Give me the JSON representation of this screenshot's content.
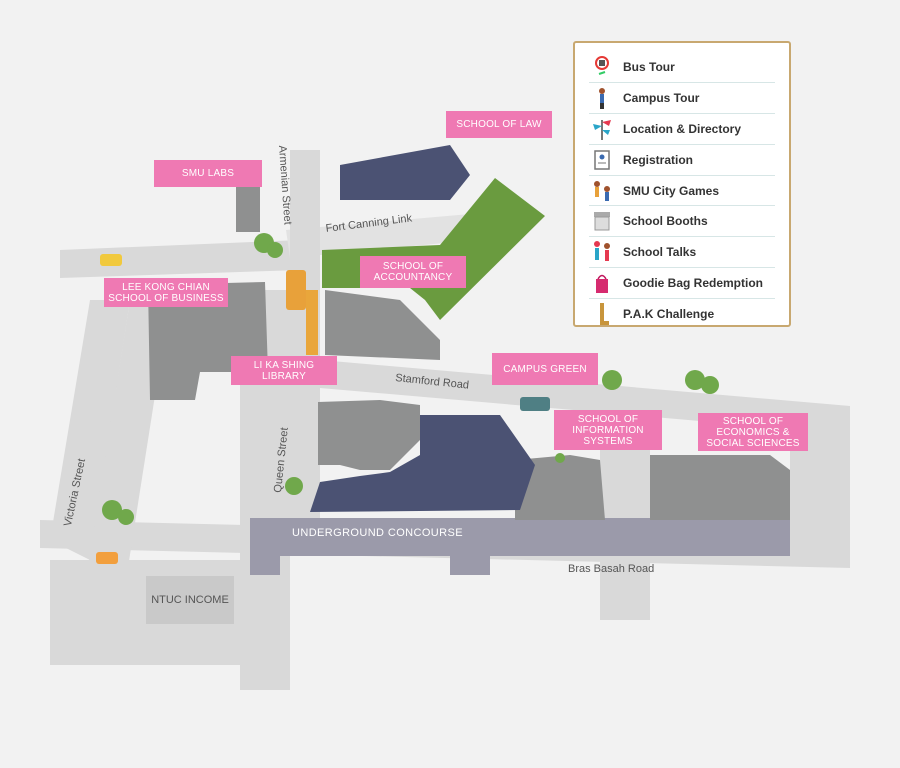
{
  "legend": {
    "items": [
      {
        "icon": "bus-tour-icon",
        "label": "Bus Tour"
      },
      {
        "icon": "campus-tour-icon",
        "label": "Campus Tour"
      },
      {
        "icon": "location-directory-icon",
        "label": "Location & Directory"
      },
      {
        "icon": "registration-icon",
        "label": "Registration"
      },
      {
        "icon": "city-games-icon",
        "label": "SMU City Games"
      },
      {
        "icon": "school-booth-icon",
        "label": "School Booths"
      },
      {
        "icon": "school-talks-icon",
        "label": "School Talks"
      },
      {
        "icon": "goodie-bag-icon",
        "label": "Goodie Bag Redemption"
      },
      {
        "icon": "pak-challenge-icon",
        "label": "P.A.K Challenge"
      }
    ]
  },
  "buildings": {
    "school_of_law": "SCHOOL OF LAW",
    "smu_labs": "SMU LABS",
    "school_of_accountancy": "SCHOOL OF ACCOUNTANCY",
    "lee_kong_chian": "LEE KONG CHIAN SCHOOL OF BUSINESS",
    "li_ka_shing": "LI KA SHING LIBRARY",
    "campus_green": "CAMPUS GREEN",
    "school_of_information_systems": "SCHOOL OF INFORMATION SYSTEMS",
    "school_of_economics": "SCHOOL OF ECONOMICS & SOCIAL SCIENCES",
    "ntuc_income": "NTUC INCOME"
  },
  "streets": {
    "armenian": "Armenian Street",
    "fort_canning": "Fort Canning Link",
    "stamford": "Stamford Road",
    "victoria": "Victoria Street",
    "queen": "Queen Street",
    "bras_basah": "Bras Basah Road"
  },
  "underground": "UNDERGROUND CONCOURSE",
  "colors": {
    "tag": "#ef79b3",
    "building": "#8f9090",
    "road": "#d7d7d7",
    "green": "#6a9b3f",
    "concourse": "#4b5273",
    "legend_border": "#c8a870"
  }
}
